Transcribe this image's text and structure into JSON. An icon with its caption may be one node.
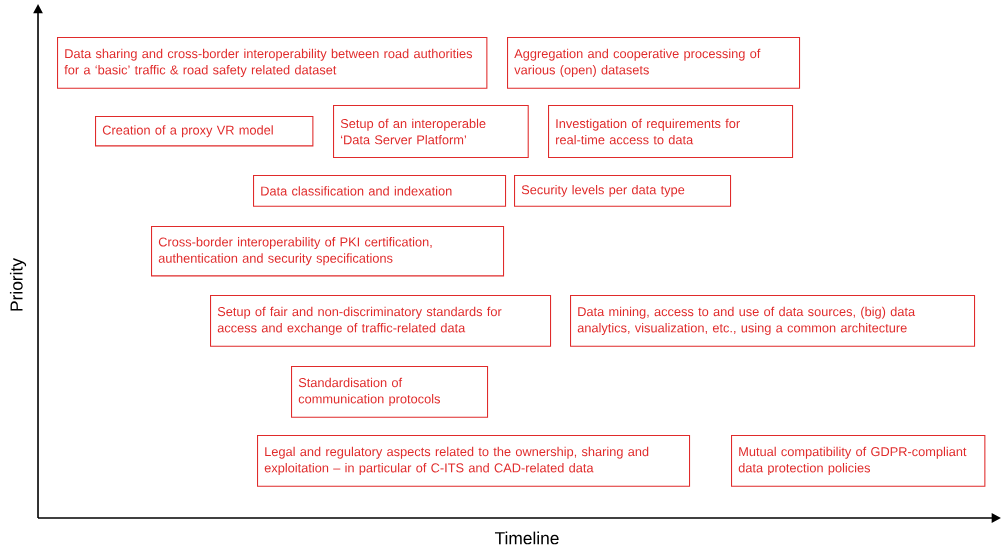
{
  "diagram": {
    "nodes": [
      {
        "text": [
          "Data sharing and cross-border interoperability between road authorities for a ‘basic’ traffic & road safety related dataset"
        ]
      },
      {
        "text": [
          "Aggregation and cooperative processing of various (open) datasets"
        ]
      },
      {
        "text": [
          "Creation of a proxy VR model"
        ]
      },
      {
        "text": [
          "Setup of an interoperable ‘Data Server Platform’"
        ]
      },
      {
        "text": [
          "Investigation of requirements for real-time access to data"
        ]
      },
      {
        "text": [
          "Data classification and indexation"
        ]
      },
      {
        "text": [
          "Security levels per data type"
        ]
      },
      {
        "text": [
          "Cross-border interoperability of PKI certification, authentication and security specifications"
        ]
      },
      {
        "text": [
          "Setup of fair and non-discriminatory standards for access and exchange of traffic-related data"
        ]
      },
      {
        "text": [
          "Data mining, access to and use of data sources, (big) data analytics, visualization, etc., using a common architecture"
        ]
      },
      {
        "text": [
          "Standardisation of communication protocols"
        ]
      },
      {
        "text": [
          "Legal and regulatory aspects related to the ownership, sharing and exploitation – in particular of C-ITS and CAD-related data"
        ]
      },
      {
        "text": [
          "Mutual compatibility of GDPR-compliant data protection policies"
        ]
      }
    ],
    "labels": [
      "Priority",
      "Timeline"
    ]
  }
}
